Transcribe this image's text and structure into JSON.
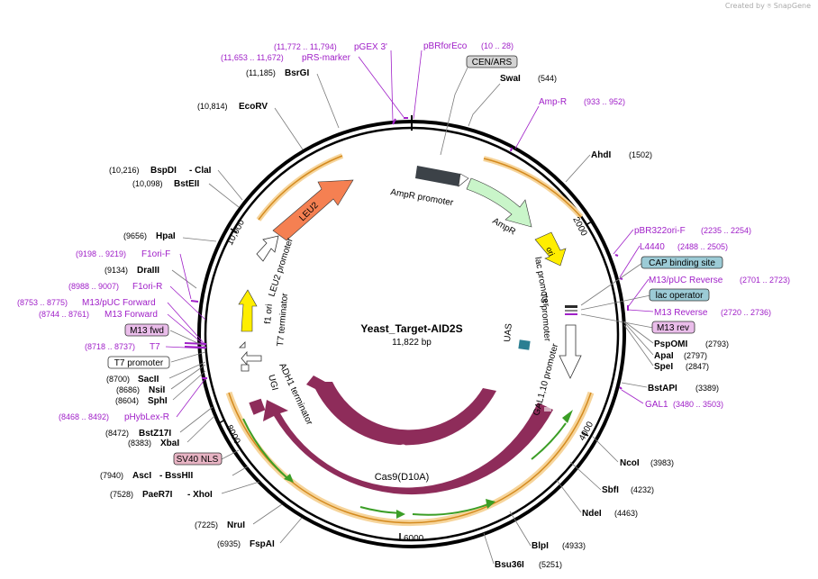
{
  "credit": "Created by",
  "brand": "SnapGene",
  "plasmid": {
    "name": "Yeast_Target-AID2S",
    "size": "11,822 bp"
  },
  "ticks": {
    "t2000": "2000",
    "t4000": "4000",
    "t6000": "6000",
    "t8000": "8000",
    "t10000": "10,000"
  },
  "sites": [
    {
      "name": "SwaI",
      "pos": "(544)"
    },
    {
      "name": "AhdI",
      "pos": "(1502)"
    },
    {
      "name": "PspOMI",
      "pos": "(2793)"
    },
    {
      "name": "ApaI",
      "pos": "(2797)"
    },
    {
      "name": "SpeI",
      "pos": "(2847)"
    },
    {
      "name": "BstAPI",
      "pos": "(3389)"
    },
    {
      "name": "NcoI",
      "pos": "(3983)"
    },
    {
      "name": "SbfI",
      "pos": "(4232)"
    },
    {
      "name": "NdeI",
      "pos": "(4463)"
    },
    {
      "name": "BlpI",
      "pos": "(4933)"
    },
    {
      "name": "Bsu36I",
      "pos": "(5251)"
    },
    {
      "name": "FspAI",
      "pos": "(6935)"
    },
    {
      "name": "NruI",
      "pos": "(7225)"
    },
    {
      "name": "PaeR7I",
      "pos": "(7528)",
      "extra": "- XhoI"
    },
    {
      "name": "AscI",
      "pos": "(7940)",
      "extra": "- BssHII"
    },
    {
      "name": "XbaI",
      "pos": "(8383)"
    },
    {
      "name": "BstZ17I",
      "pos": "(8472)"
    },
    {
      "name": "SphI",
      "pos": "(8604)"
    },
    {
      "name": "NsiI",
      "pos": "(8686)"
    },
    {
      "name": "SacII",
      "pos": "(8700)"
    },
    {
      "name": "DraIII",
      "pos": "(9134)"
    },
    {
      "name": "HpaI",
      "pos": "(9656)"
    },
    {
      "name": "BstEII",
      "pos": "(10,098)"
    },
    {
      "name": "BspDI",
      "pos": "(10,216)",
      "extra": "- ClaI"
    },
    {
      "name": "EcoRV",
      "pos": "(10,814)"
    },
    {
      "name": "BsrGI",
      "pos": "(11,185)"
    }
  ],
  "primers": [
    {
      "name": "pGEX 3'",
      "pos": "(11,772 .. 11,794)"
    },
    {
      "name": "pRS-marker",
      "pos": "(11,653 .. 11,672)"
    },
    {
      "name": "pBRforEco",
      "pos": "(10 .. 28)"
    },
    {
      "name": "Amp-R",
      "pos": "(933 .. 952)"
    },
    {
      "name": "pBR322ori-F",
      "pos": "(2235 .. 2254)"
    },
    {
      "name": "L4440",
      "pos": "(2488 .. 2505)"
    },
    {
      "name": "M13/pUC Reverse",
      "pos": "(2701 .. 2723)"
    },
    {
      "name": "M13 Reverse",
      "pos": "(2720 .. 2736)"
    },
    {
      "name": "GAL1",
      "pos": "(3480 .. 3503)"
    },
    {
      "name": "F1ori-F",
      "pos": "(9198 .. 9219)"
    },
    {
      "name": "F1ori-R",
      "pos": "(8988 .. 9007)"
    },
    {
      "name": "M13/pUC Forward",
      "pos": "(8753 .. 8775)"
    },
    {
      "name": "M13 Forward",
      "pos": "(8744 .. 8761)"
    },
    {
      "name": "T7",
      "pos": "(8718 .. 8737)"
    },
    {
      "name": "pHybLex-R",
      "pos": "(8468 .. 8492)"
    }
  ],
  "boxes": {
    "cen": "CEN/ARS",
    "cap": "CAP binding site",
    "lacop": "lac operator",
    "m13rev": "M13 rev",
    "m13fwd": "M13 fwd",
    "t7prom": "T7 promoter",
    "sv40": "SV40 NLS"
  },
  "features": {
    "ampr_prom": "AmpR promoter",
    "ampr": "AmpR",
    "ori": "ori",
    "lac_prom": "lac promoter",
    "t3_prom": "T3 promoter",
    "uas": "UAS",
    "gal_prom": "GAL1,10 promoter",
    "cas9": "Cas9",
    "cas9d10a": "Cas9(D10A)",
    "adh1": "ADH1 terminator",
    "ugi": "UGI",
    "t7term": "T7 terminator",
    "f1ori": "f1 ori",
    "leu2prom": "LEU2 promoter",
    "leu2": "LEU2"
  },
  "colors": {
    "cas9": "#8e2c5a",
    "ampr": "#c9f5c9",
    "leu2": "#f58052",
    "ori": "#ffee00",
    "f1ori": "#ffee00",
    "ampr_prom": "#3c4248",
    "uas": "#2b7f92",
    "orf_halo": "#f6d49a",
    "orf_line": "#d48a1e",
    "green_orf": "#3b9e26",
    "primer": "#a020c8"
  }
}
